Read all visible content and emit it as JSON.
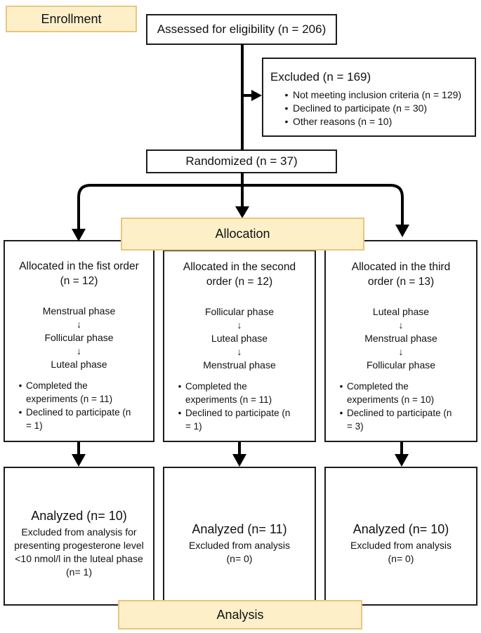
{
  "colors": {
    "label_fill": "#fdf0c9",
    "label_border": "#e9c57c",
    "box_border": "#1c1c1c",
    "arrow": "#000000"
  },
  "glyphs": {
    "down_arrow": "↓",
    "bullet": "•"
  },
  "stage_labels": {
    "enrollment": "Enrollment",
    "allocation": "Allocation",
    "analysis": "Analysis"
  },
  "enrollment": {
    "assessed": "Assessed for eligibility (n = 206)",
    "excluded": {
      "title": "Excluded (n = 169)",
      "items": [
        "Not meeting inclusion criteria (n = 129)",
        "Declined to participate (n = 30)",
        "Other reasons (n = 10)"
      ]
    },
    "randomized": "Randomized (n = 37)"
  },
  "allocation_columns": [
    {
      "title_lines": [
        "Allocated in the fist order",
        "(n = 12)"
      ],
      "phases": [
        "Menstrual phase",
        "Follicular phase",
        "Luteal phase"
      ],
      "bullets": [
        "Completed the experiments (n = 11)",
        "Declined to participate (n = 1)"
      ]
    },
    {
      "title_lines": [
        "Allocated in the second",
        "order (n = 12)"
      ],
      "phases": [
        "Follicular phase",
        "Luteal phase",
        "Menstrual phase"
      ],
      "bullets": [
        "Completed the experiments (n = 11)",
        "Declined to participate (n = 1)"
      ]
    },
    {
      "title_lines": [
        "Allocated in the third",
        "order (n = 13)"
      ],
      "phases": [
        "Luteal phase",
        "Menstrual phase",
        "Follicular phase"
      ],
      "bullets": [
        "Completed the experiments (n = 10)",
        "Declined to participate (n = 3)"
      ]
    }
  ],
  "analysis_columns": [
    {
      "title": "Analyzed (n= 10)",
      "detail_lines": [
        "Excluded from analysis for",
        "presenting progesterone level",
        "<10 nmol/l in the luteal phase",
        "(n= 1)"
      ]
    },
    {
      "title": "Analyzed (n= 11)",
      "detail_lines": [
        "Excluded from analysis",
        "(n= 0)",
        "",
        ""
      ]
    },
    {
      "title": "Analyzed (n= 10)",
      "detail_lines": [
        "Excluded from analysis",
        "(n= 0)",
        "",
        ""
      ]
    }
  ]
}
